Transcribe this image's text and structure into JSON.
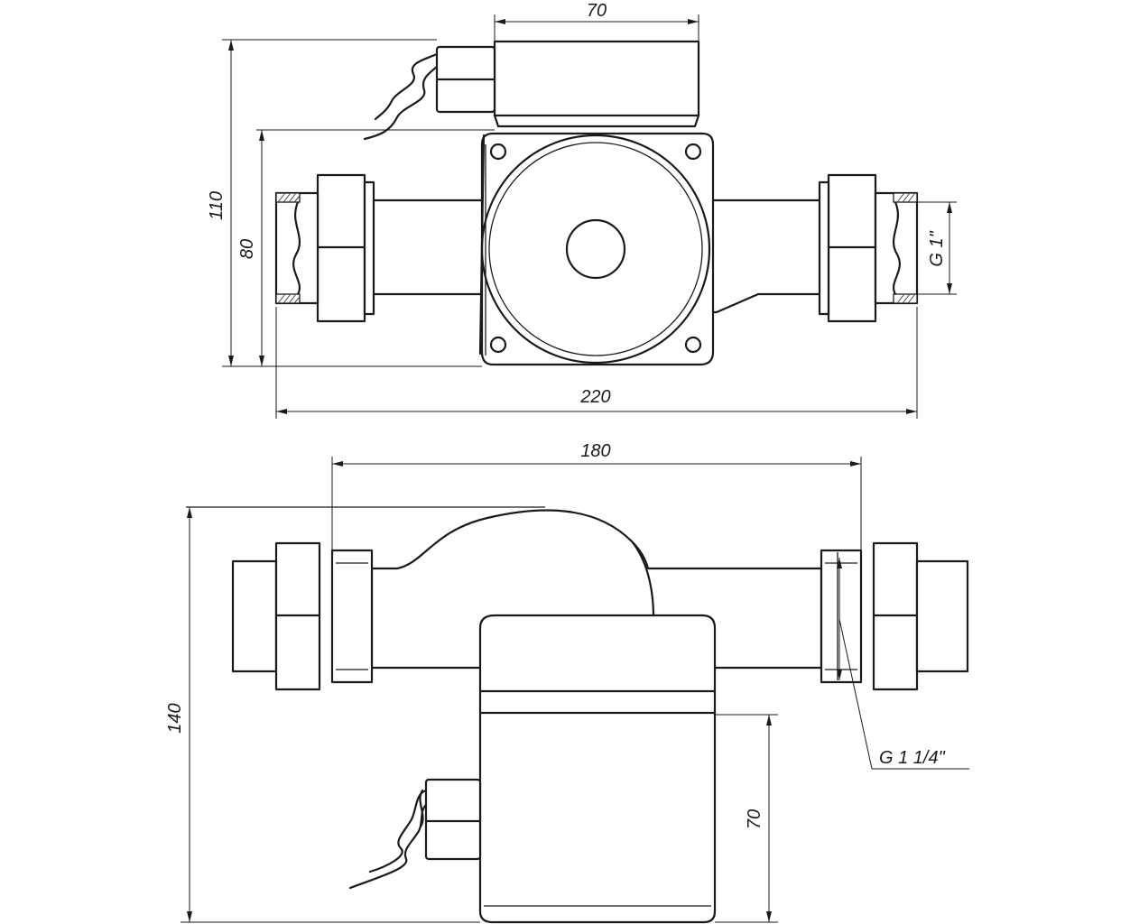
{
  "drawing": {
    "front_view": {
      "dim_motor_width": "70",
      "dim_total_height": "110",
      "dim_body_height": "80",
      "dim_total_length": "220",
      "thread_inlet": "G 1\""
    },
    "top_view": {
      "dim_body_length": "180",
      "dim_total_height": "140",
      "dim_motor_depth": "70",
      "thread_union": "G 1 1/4\""
    }
  }
}
